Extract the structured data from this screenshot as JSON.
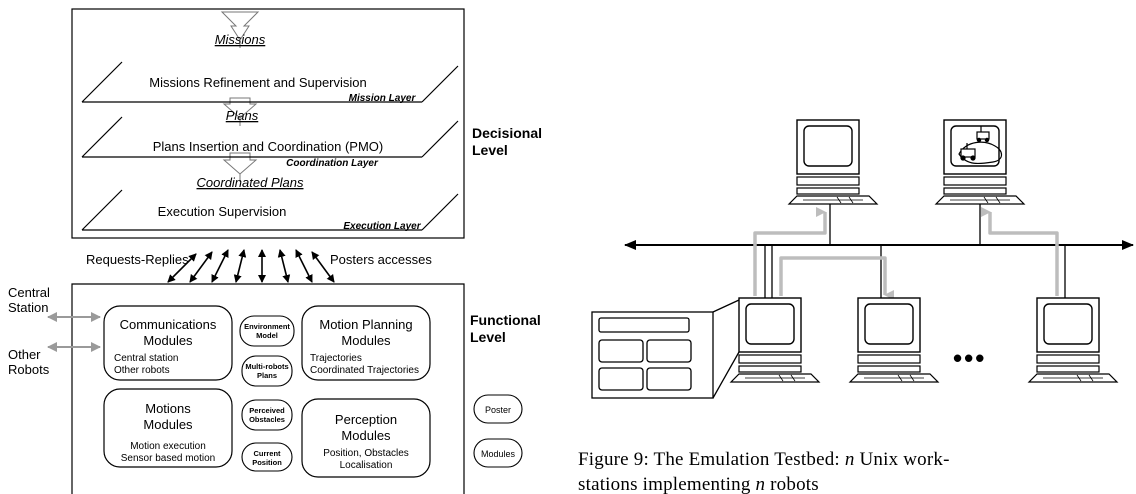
{
  "architecture": {
    "decisional": {
      "flow_labels": {
        "missions": "Missions",
        "plans": "Plans",
        "coordinated_plans": "Coordinated Plans"
      },
      "layers": [
        {
          "title": "Missions Refinement and Supervision",
          "name": "Mission Layer"
        },
        {
          "title": "Plans Insertion and Coordination (PMO)",
          "name": "Coordination Layer"
        },
        {
          "title": "Execution Supervision",
          "name": "Execution Layer"
        }
      ],
      "level_label_line1": "Decisional",
      "level_label_line2": "Level"
    },
    "interface": {
      "requests_replies": "Requests-Replies",
      "posters_accesses": "Posters accesses"
    },
    "external": {
      "central_station_line1": "Central",
      "central_station_line2": "Station",
      "other_robots_line1": "Other",
      "other_robots_line2": "Robots"
    },
    "functional": {
      "level_label_line1": "Functional",
      "level_label_line2": "Level",
      "modules": {
        "communications": {
          "title_line1": "Communications",
          "title_line2": "Modules",
          "detail_line1": "Central station",
          "detail_line2": "Other robots"
        },
        "motion_planning": {
          "title_line1": "Motion Planning",
          "title_line2": "Modules",
          "detail_line1": "Trajectories",
          "detail_line2": "Coordinated Trajectories"
        },
        "motions": {
          "title_line1": "Motions",
          "title_line2": "Modules",
          "detail_line1": "Motion execution",
          "detail_line2": "Sensor based motion"
        },
        "perception": {
          "title_line1": "Perception",
          "title_line2": "Modules",
          "detail_line1": "Position, Obstacles",
          "detail_line2": "Localisation"
        }
      },
      "posters": [
        {
          "line1": "Environment",
          "line2": "Model"
        },
        {
          "line1": "Multi-robots",
          "line2": "Plans"
        },
        {
          "line1": "Perceived",
          "line2": "Obstacles"
        },
        {
          "line1": "Current",
          "line2": "Position"
        }
      ]
    },
    "legend": {
      "poster": "Poster",
      "modules": "Modules"
    }
  },
  "testbed": {
    "ellipsis_dots": "•••"
  },
  "caption": {
    "line1_prefix": "Figure 9: The Emulation Testbed: ",
    "line1_var": "n",
    "line1_suffix": " Unix work-",
    "line2_prefix": "stations implementing ",
    "line2_var": "n",
    "line2_suffix": " robots"
  },
  "colors": {
    "line": "#000000",
    "gray_arrow": "#bdbdbd",
    "screen_fill": "#ffffff"
  }
}
